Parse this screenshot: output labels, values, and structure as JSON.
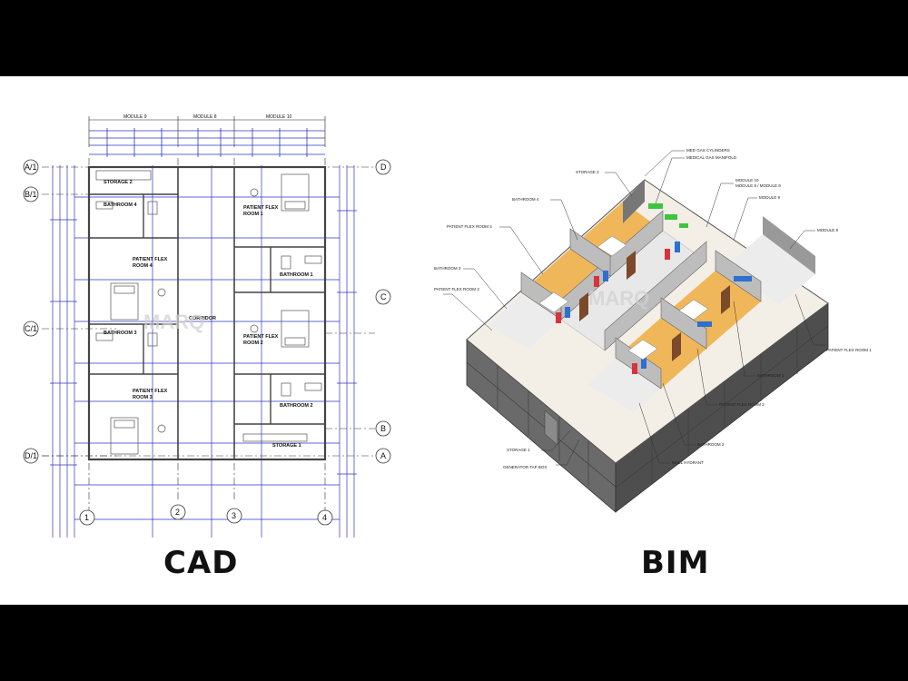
{
  "captions": {
    "cad": "CAD",
    "bim": "BIM"
  },
  "watermark": "MARQ",
  "cad": {
    "modules": [
      "MODULE 9",
      "MODULE 8",
      "MODULE 10"
    ],
    "rooms": {
      "storage2": "STORAGE 2",
      "bathroom4": "BATHROOM 4",
      "pfr4_a": "PATIENT FLEX",
      "pfr4_b": "ROOM 4",
      "corridor": "CORRIDOR",
      "bathroom3": "BATHROOM 3",
      "pfr3_a": "PATIENT FLEX",
      "pfr3_b": "ROOM 3",
      "pfr1_a": "PATIENT FLEX",
      "pfr1_b": "ROOM 1",
      "bathroom1": "BATHROOM 1",
      "pfr2_a": "PATIENT FLEX",
      "pfr2_b": "ROOM 2",
      "bathroom2": "BATHROOM 2",
      "storage1": "STORAGE 1"
    },
    "grid_left": [
      "A/1",
      "B/1",
      "C/1",
      "D/1"
    ],
    "grid_right": [
      "D",
      "C",
      "B",
      "A"
    ],
    "grid_bottom": [
      "1",
      "2",
      "3",
      "4"
    ]
  },
  "bim": {
    "labels": {
      "med_gas_cyl": "MED GAS CYLINDERS",
      "med_gas_manifold": "MEDICAL GAS MANIFOLD",
      "storage2": "STORAGE 2",
      "module10": "MODULE 10",
      "module10b": "MODULE 8 / MODULE 9",
      "bathroom4": "BATHROOM 4",
      "module9": "MODULE 9",
      "pfr4": "PATIENT FLEX ROOM 4",
      "module8": "MODULE 8",
      "bathroom3": "BATHROOM 3",
      "pfr3": "PATIENT FLEX ROOM 3",
      "pfr1": "PATIENT FLEX ROOM 1",
      "bathroom1": "BATHROOM 1",
      "pfr2": "PATIENT FLEX ROOM 2",
      "bathroom2": "BATHROOM 2",
      "storage1": "STORAGE 1",
      "wall_hydrant": "WALL HYDRANT",
      "generator": "GENERATOR TAP BOX"
    }
  },
  "colors": {
    "cad_blue": "#2b35c9",
    "wall": "#555",
    "floor": "#f0b75a",
    "green": "#3ec43e",
    "red": "#d8333a",
    "blueeq": "#2f6fd0"
  }
}
